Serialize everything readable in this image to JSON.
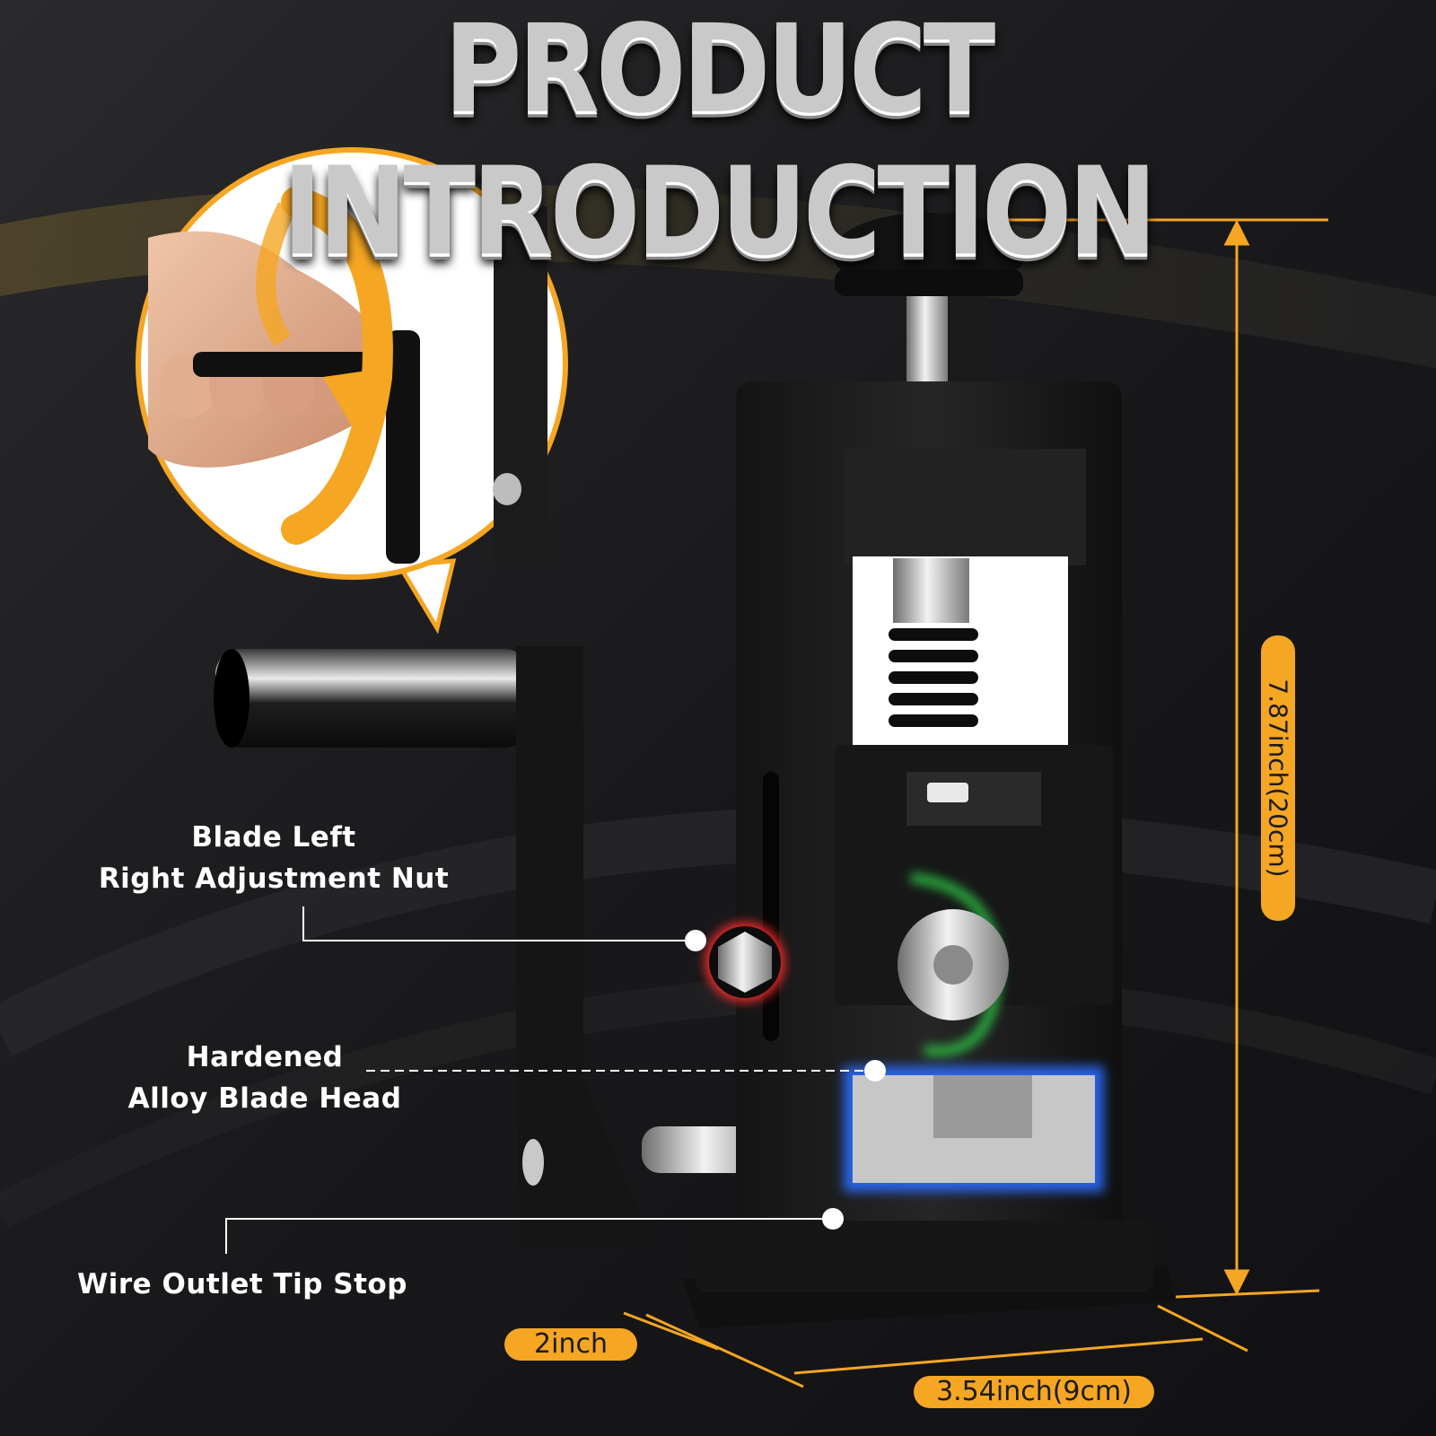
{
  "title": "PRODUCT INTRODUCTION",
  "callouts": {
    "adjustment_nut": {
      "line1": "Blade Left",
      "line2": "Right Adjustment Nut"
    },
    "blade_head": {
      "line1": "Hardened",
      "line2": "Alloy Blade Head"
    },
    "tip_stop": {
      "label": "Wire Outlet Tip Stop"
    }
  },
  "dimensions": {
    "height": "7.87inch(20cm)",
    "depth": "2inch",
    "width": "3.54inch(9cm)"
  },
  "colors": {
    "accent": "#f5a623",
    "background": "#1b1b1d",
    "nut_glow": "#ff2a2a",
    "blade_glow": "#2fd44a",
    "tip_glow": "#2a6cff"
  },
  "icons": [
    "rotate-arrow-icon",
    "hand-crank-icon"
  ]
}
